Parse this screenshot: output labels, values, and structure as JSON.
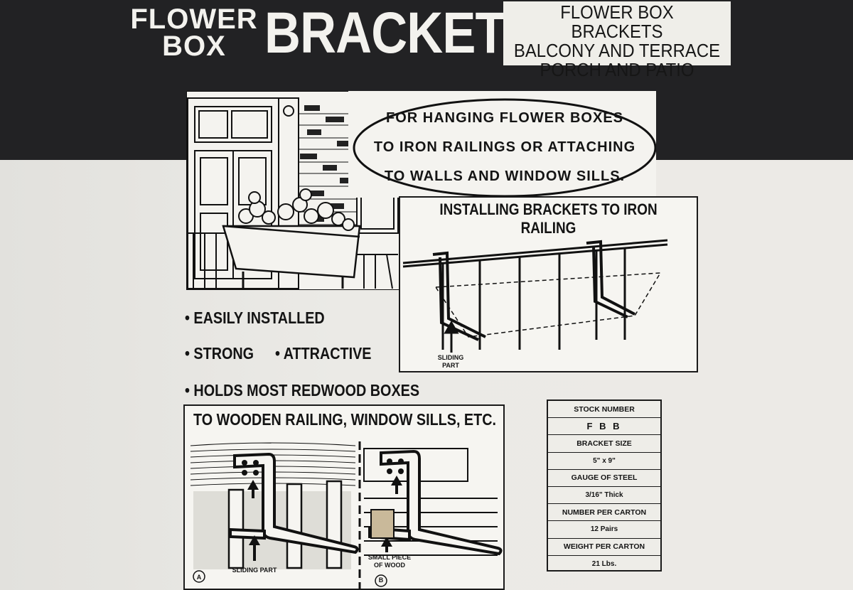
{
  "header": {
    "title_small": [
      "FLOWER",
      "BOX"
    ],
    "title_big": "BRACKETS",
    "uses": [
      "FLOWER BOX BRACKETS",
      "BALCONY AND TERRACE",
      "PORCH AND PATIO"
    ]
  },
  "callout": {
    "lines": [
      "FOR HANGING FLOWER BOXES",
      "TO IRON RAILINGS OR ATTACHING",
      "TO WALLS AND WINDOW SILLS."
    ]
  },
  "iron_panel": {
    "title": "INSTALLING BRACKETS TO IRON RAILING",
    "sliding_label": [
      "SLIDING",
      "PART"
    ]
  },
  "features": {
    "easily": "EASILY INSTALLED",
    "strong": "STRONG",
    "attractive": "ATTRACTIVE",
    "holds": "HOLDS MOST REDWOOD BOXES",
    "bullet": "•"
  },
  "wood_panel": {
    "title": "TO WOODEN RAILING, WINDOW SILLS, ETC.",
    "sliding_part": "SLIDING PART",
    "small_piece": [
      "SMALL PIECE",
      "OF WOOD"
    ],
    "marker_a": "A",
    "marker_b": "B"
  },
  "specs": {
    "rows": [
      {
        "label": "STOCK NUMBER",
        "value": "F B B"
      },
      {
        "label": "BRACKET SIZE",
        "value": "5\" x 9\""
      },
      {
        "label": "GAUGE OF STEEL",
        "value": "3/16\" Thick"
      },
      {
        "label": "NUMBER PER CARTON",
        "value": "12 Pairs"
      },
      {
        "label": "WEIGHT PER CARTON",
        "value": "21 Lbs."
      }
    ]
  },
  "colors": {
    "band": "#222224",
    "paper": "#e9e8e4",
    "ink": "#141414"
  }
}
